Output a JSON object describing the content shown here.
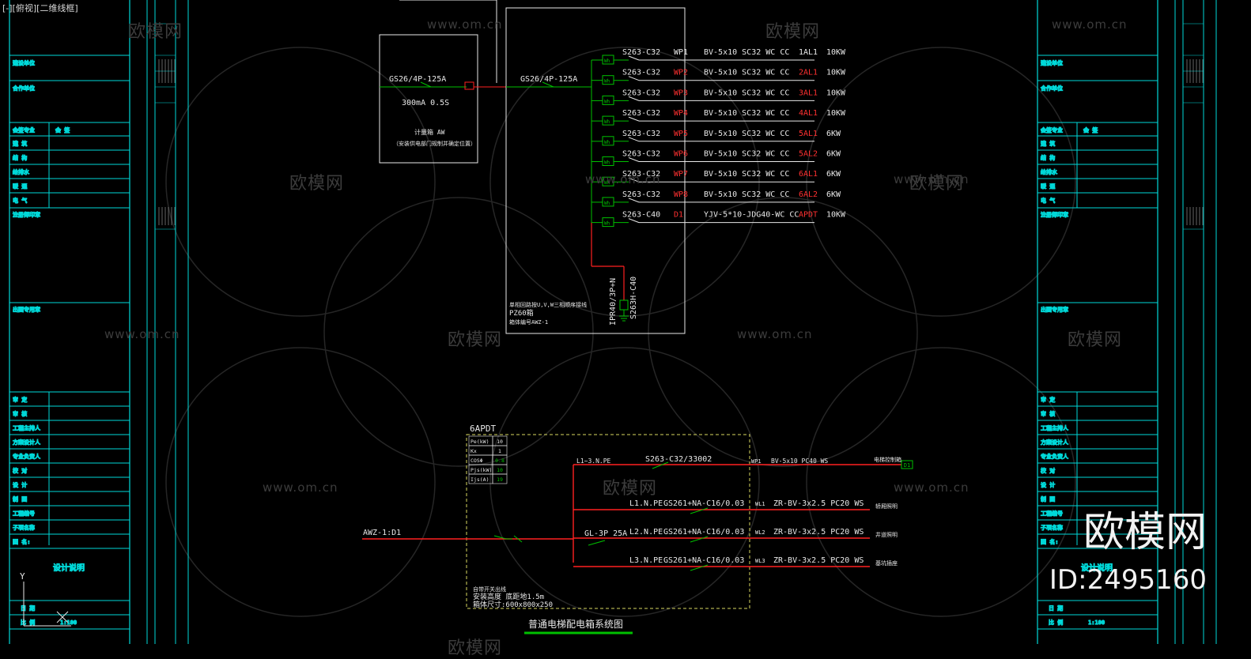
{
  "viewport_label": "[-][俯视][二维线框]",
  "colors": {
    "background": "#000000",
    "frame": "#00d8d8",
    "wire_green": "#00c000",
    "wire_red": "#ff2020",
    "text_white": "#e8e8e8",
    "text_red": "#ff3030",
    "box_yellow": "#d8d860",
    "watermark": "#3a3a3a"
  },
  "watermark": {
    "brand": "欧模网",
    "url": "www.om.cn",
    "logo_text": "欧模网",
    "logo_id": "ID:2495160"
  },
  "title_block": {
    "rows_top": [
      "建设单位",
      "合作单位"
    ],
    "discipline_header": [
      "会签专业",
      "会 签"
    ],
    "disciplines": [
      "建 筑",
      "结 构",
      "给排水",
      "暖 通",
      "电 气"
    ],
    "note_label": "注册师印章",
    "stamp_label": "出图专用章",
    "signoff": [
      "审 定",
      "审 核",
      "工程主持人",
      "方案设计人",
      "专业负责人",
      "校 对",
      "设 计",
      "制 图",
      "工程编号",
      "子项名称",
      "图 名:"
    ],
    "drawing_name": "设计说明",
    "footer": [
      "日 期",
      "比 例"
    ],
    "scale": "1:100"
  },
  "panel_awz": {
    "meter_breaker": "GS26/4P-125A",
    "meter_sub": "300mA 0.5S",
    "meter_label": "计量箱  AW",
    "meter_note": "（安装供电部门规制并确定位置）",
    "main_breaker": "GS26/4P-125A",
    "branches": [
      {
        "breaker": "S263-C32",
        "circuit": "WP1",
        "cable": "BV-5x10 SC32 WC CC",
        "load": "1AL1",
        "power": "10KW"
      },
      {
        "breaker": "S263-C32",
        "circuit": "WP2",
        "cable": "BV-5x10 SC32 WC CC",
        "load": "2AL1",
        "power": "10KW"
      },
      {
        "breaker": "S263-C32",
        "circuit": "WP3",
        "cable": "BV-5x10 SC32 WC CC",
        "load": "3AL1",
        "power": "10KW"
      },
      {
        "breaker": "S263-C32",
        "circuit": "WP4",
        "cable": "BV-5x10 SC32 WC CC",
        "load": "4AL1",
        "power": "10KW"
      },
      {
        "breaker": "S263-C32",
        "circuit": "WP5",
        "cable": "BV-5x10 SC32 WC CC",
        "load": "5AL1",
        "power": "6KW"
      },
      {
        "breaker": "S263-C32",
        "circuit": "WP6",
        "cable": "BV-5x10 SC32 WC CC",
        "load": "5AL2",
        "power": "6KW"
      },
      {
        "breaker": "S263-C32",
        "circuit": "WP7",
        "cable": "BV-5x10 SC32 WC CC",
        "load": "6AL1",
        "power": "6KW"
      },
      {
        "breaker": "S263-C32",
        "circuit": "WP8",
        "cable": "BV-5x10 SC32 WC CC",
        "load": "6AL2",
        "power": "6KW"
      },
      {
        "breaker": "S263-C40",
        "circuit": "D1",
        "cable": "YJV-5*10-JDG40-WC CC",
        "load": "APDT",
        "power": "10KW"
      }
    ],
    "spd": "IPR40/3P+N",
    "spd_breaker": "S263H-C40",
    "note_1": "单相回路按U,V,W三相顺序接线",
    "note_2": "PZ60箱",
    "note_3": "箱体编号AWZ-1",
    "module_tag": "Wh"
  },
  "panel_apdt": {
    "name": "6APDT",
    "params": [
      {
        "k": "Pe(kW)",
        "v": "10"
      },
      {
        "k": "Kx",
        "v": "1"
      },
      {
        "k": "COSΦ",
        "v": "0.8"
      },
      {
        "k": "Pjs(kW)",
        "v": "10"
      },
      {
        "k": "Ijs(A)",
        "v": "19"
      }
    ],
    "incoming": "AWZ-1:D1",
    "main_breaker": "GL-3P 25A",
    "feeder_phase": "L1~3.N.PE",
    "feeder_breaker": "S263-C32/33002",
    "feeder_circuit": "WP1",
    "feeder_cable": "BV-5x10 PC40 WS",
    "feeder_load": "电梯控制箱",
    "feeder_tag": "D1",
    "lines": [
      {
        "phase": "L1.N.PE",
        "breaker": "GS261+NA-C16/0.03",
        "circuit": "WL1",
        "cable": "ZR-BV-3x2.5 PC20 WS",
        "load": "轿厢照明"
      },
      {
        "phase": "L2.N.PE",
        "breaker": "GS261+NA-C16/0.03",
        "circuit": "WL2",
        "cable": "ZR-BV-3x2.5 PC20 WS",
        "load": "井道照明"
      },
      {
        "phase": "L3.N.PE",
        "breaker": "GS261+NA-C16/0.03",
        "circuit": "WL3",
        "cable": "ZR-BV-3x2.5 PC20 WS",
        "load": "基坑插座"
      }
    ],
    "note_1": "自带开关出线",
    "note_2": "安装高度 底距地1.5m",
    "note_3": "箱体尺寸:600x800x250",
    "title": "普通电梯配电箱系统图"
  }
}
